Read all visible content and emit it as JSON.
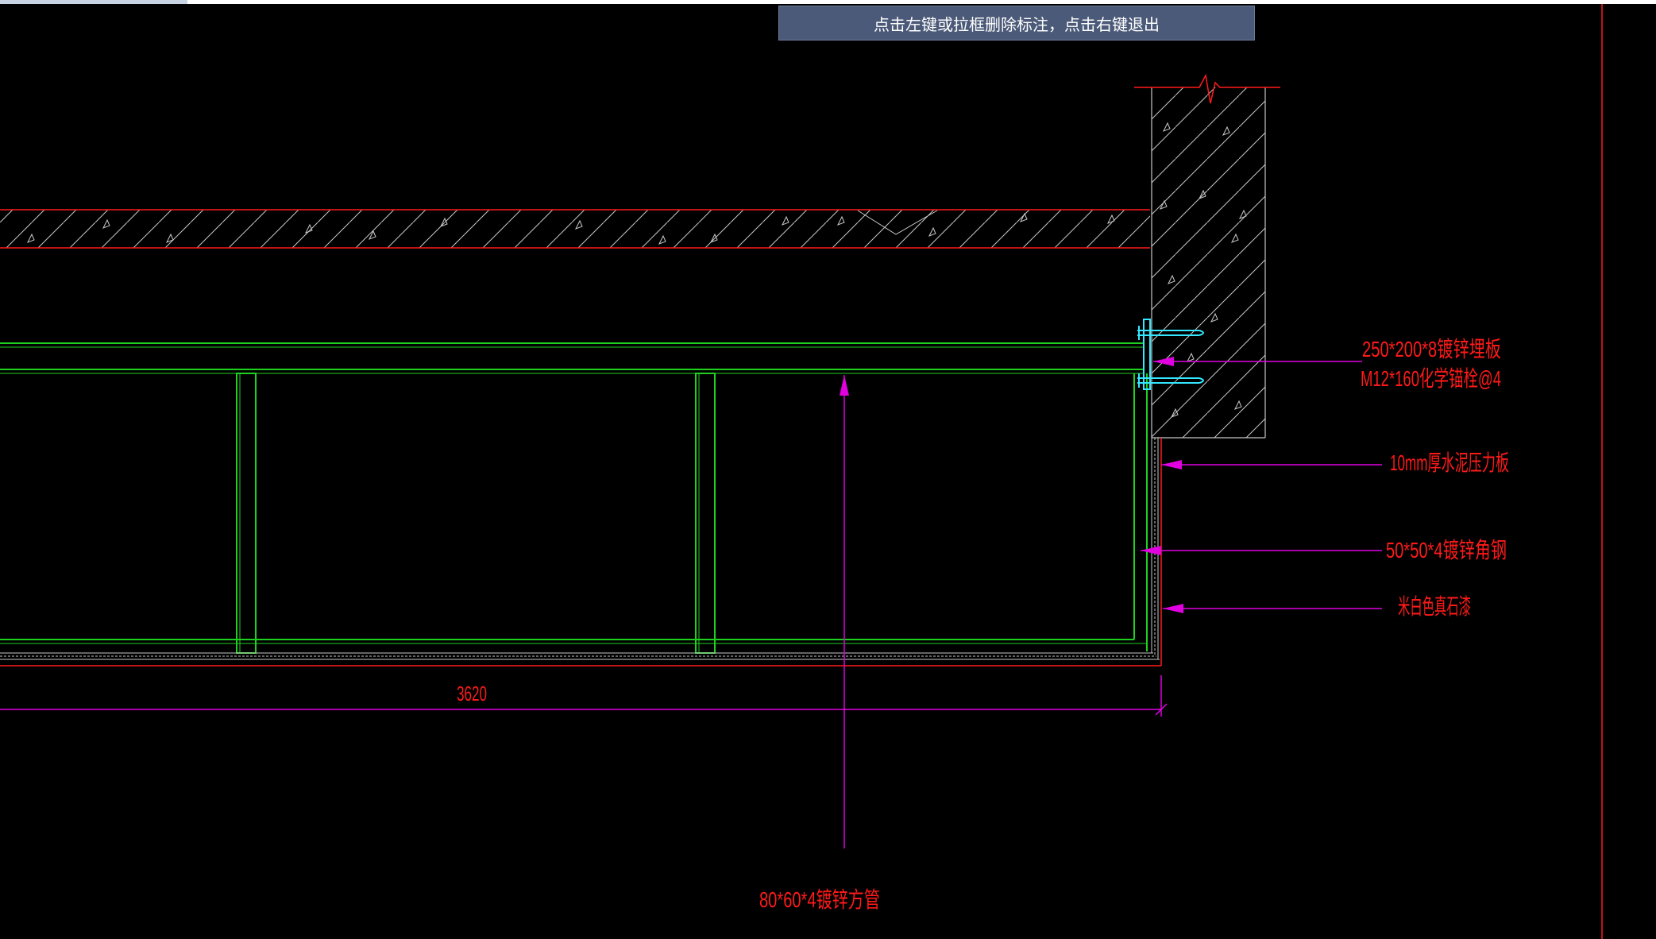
{
  "prompt": {
    "text": "点击左键或拉框删除标注，点击右键退出"
  },
  "dimension": {
    "value": "3620"
  },
  "annotations": {
    "embed_plate": "250*200*8镀锌埋板",
    "anchor_bolt": "M12*160化学锚栓@4",
    "cement_board": "10mm厚水泥压力板",
    "angle_steel": "50*50*4镀锌角钢",
    "stone_paint": "米白色真石漆",
    "square_tube": "80*60*4镀锌方管"
  },
  "colors": {
    "background": "#000000",
    "concrete_outline": "#ff1a1a",
    "steel_frame": "#1fd11f",
    "leader": "#e000e0",
    "bolt": "#33e8ff",
    "text": "#ff1a1a",
    "hatch": "#c8c8c8"
  }
}
